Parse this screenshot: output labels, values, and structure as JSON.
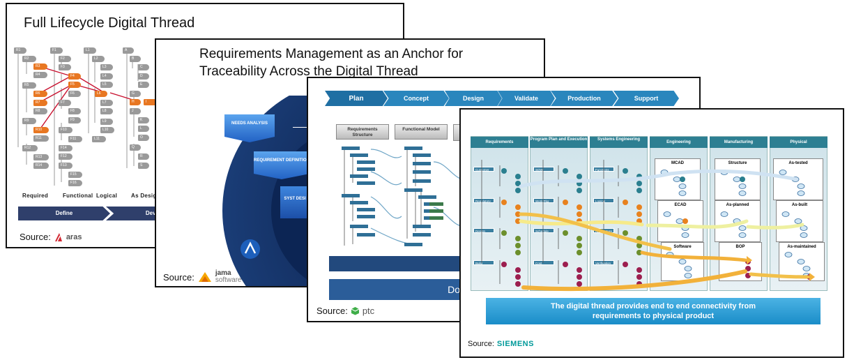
{
  "slides": {
    "aras": {
      "title": "Full Lifecycle Digital Thread",
      "columns": [
        "Required",
        "Functional",
        "Logical",
        "As Design"
      ],
      "phases": [
        "Define",
        "Develo"
      ],
      "source_label": "Source:",
      "logo_text": "aras",
      "req_nodes": [
        "R1",
        "R2",
        "R3",
        "R4",
        "R5",
        "R6",
        "R7",
        "R8",
        "R9",
        "R10",
        "R11",
        "R12",
        "R13",
        "R14"
      ],
      "func_nodes": [
        "F1",
        "F2",
        "F3",
        "F4",
        "F5",
        "F6",
        "F7",
        "F8",
        "F9",
        "F10",
        "F11",
        "F12",
        "F13",
        "F14",
        "F15",
        "F16"
      ],
      "log_nodes": [
        "L1",
        "L2",
        "L3",
        "L4",
        "L5",
        "L6",
        "L7",
        "L8",
        "L9",
        "L10",
        "L11"
      ],
      "des_nodes": [
        "A",
        "B",
        "C",
        "D",
        "E",
        "G",
        "H",
        "I",
        "J",
        "K",
        "L",
        "O",
        "Q",
        "R",
        "S"
      ]
    },
    "jama": {
      "title_line1": "Requirements Management as an Anchor for",
      "title_line2": "Traceability Across the Digital Thread",
      "wheel_items": [
        "NEEDS ANALYSIS",
        "REQUIREMENT DEFINITION",
        "SYST DESI"
      ],
      "source_label": "Source:",
      "logo_text1": "jama",
      "logo_text2": "software"
    },
    "ptc": {
      "phases": [
        "Plan",
        "Concept",
        "Design",
        "Validate",
        "Production",
        "Support"
      ],
      "headers": [
        "Requirements Structure",
        "Functional Model"
      ],
      "bottom_text": "Do",
      "source_label": "Source:",
      "logo_text": "ptc"
    },
    "siemens": {
      "columns": [
        "Requirements",
        "Program Plan and Execution",
        "Systems Engineering",
        "Engineering",
        "Manufacturing",
        "Physical"
      ],
      "req_items": [
        "Customer",
        "Regulatory",
        "Design",
        "Build"
      ],
      "plan_items": [
        "SOW",
        "Work Pkg",
        "Schedule",
        "Cost"
      ],
      "sys_items": [
        "Functions",
        "Logical",
        "Architecture",
        "Verification"
      ],
      "eng_boxes": [
        "MCAD",
        "ECAD",
        "Software"
      ],
      "mfg_boxes": [
        "Structure",
        "As-planned",
        "BOP"
      ],
      "phys_boxes": [
        "As-tested",
        "As-built",
        "As-maintained"
      ],
      "banner_line1": "The digital thread provides end to end connectivity from",
      "banner_line2": "requirements to physical product",
      "source_label": "Source:",
      "logo_text": "SIEMENS"
    }
  },
  "colors": {
    "aras_orange": "#e87722",
    "aras_red": "#c8102e",
    "ptc_blue": "#1f6fa3",
    "siemens_teal": "#009999",
    "jama_navy": "#0f2a5a"
  }
}
